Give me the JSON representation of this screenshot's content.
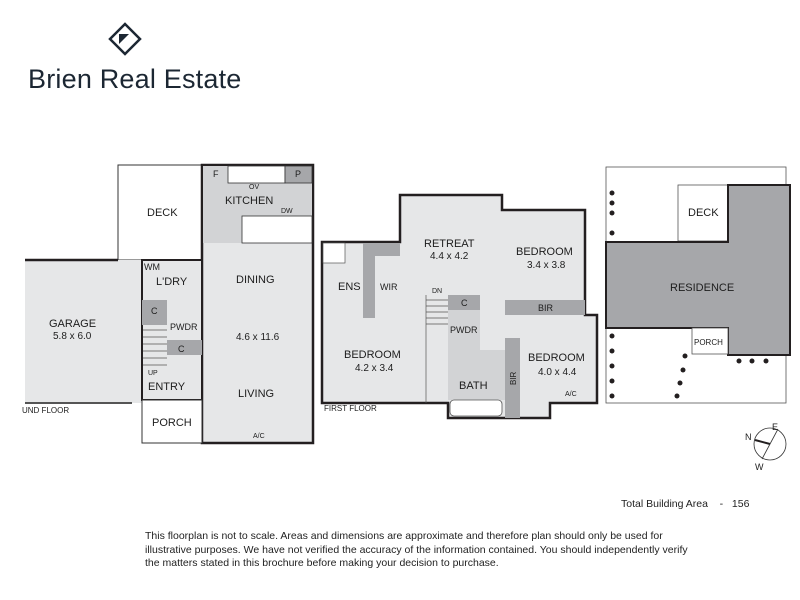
{
  "brand": {
    "name": "Brien Real Estate",
    "logo_icon": "diamond-flag-icon"
  },
  "ground_floor": {
    "label": "UND FLOOR",
    "rooms": {
      "deck": "DECK",
      "kitchen": "KITCHEN",
      "f": "F",
      "p": "P",
      "ov": "OV",
      "dw": "DW",
      "dining": "DINING",
      "dining_dim": "4.6 x 11.6",
      "living": "LIVING",
      "ac": "A/C",
      "garage": "GARAGE",
      "garage_dim": "5.8 x 6.0",
      "wm": "WM",
      "laundry": "L'DRY",
      "c1": "C",
      "c2": "C",
      "pwdr": "PWDR",
      "up": "UP",
      "entry": "ENTRY",
      "porch": "PORCH"
    }
  },
  "first_floor": {
    "label": "FIRST FLOOR",
    "rooms": {
      "retreat": "RETREAT",
      "retreat_dim": "4.4 x 4.2",
      "bedroom1": "BEDROOM",
      "bedroom1_dim": "3.4 x 3.8",
      "bir1": "BIR",
      "ens": "ENS",
      "wir": "WIR",
      "dn": "DN",
      "c": "C",
      "pwdr": "PWDR",
      "bedroom2": "BEDROOM",
      "bedroom2_dim": "4.2 x 3.4",
      "bath": "BATH",
      "bir2": "BIR",
      "bedroom3": "BEDROOM",
      "bedroom3_dim": "4.0 x 4.4",
      "ac": "A/C"
    }
  },
  "site_plan": {
    "deck": "DECK",
    "residence": "RESIDENCE",
    "porch": "PORCH"
  },
  "compass": {
    "n": "N",
    "e": "E",
    "w": "W"
  },
  "total_area": {
    "label": "Total Building Area",
    "separator": "-",
    "value": "156"
  },
  "disclaimer": "This floorplan is not to scale. Areas and dimensions are approximate and therefore plan should only be used for illustrative purposes. We have not verified the accuracy of the information contained. You should independently verify the matters stated in this brochure before making your decision to purchase.",
  "colors": {
    "room_fill": "#e6e7e8",
    "dark_fill": "#a6a7aa",
    "mid_fill": "#d2d3d5",
    "wall": "#231f20",
    "brand_text": "#1c2733"
  }
}
